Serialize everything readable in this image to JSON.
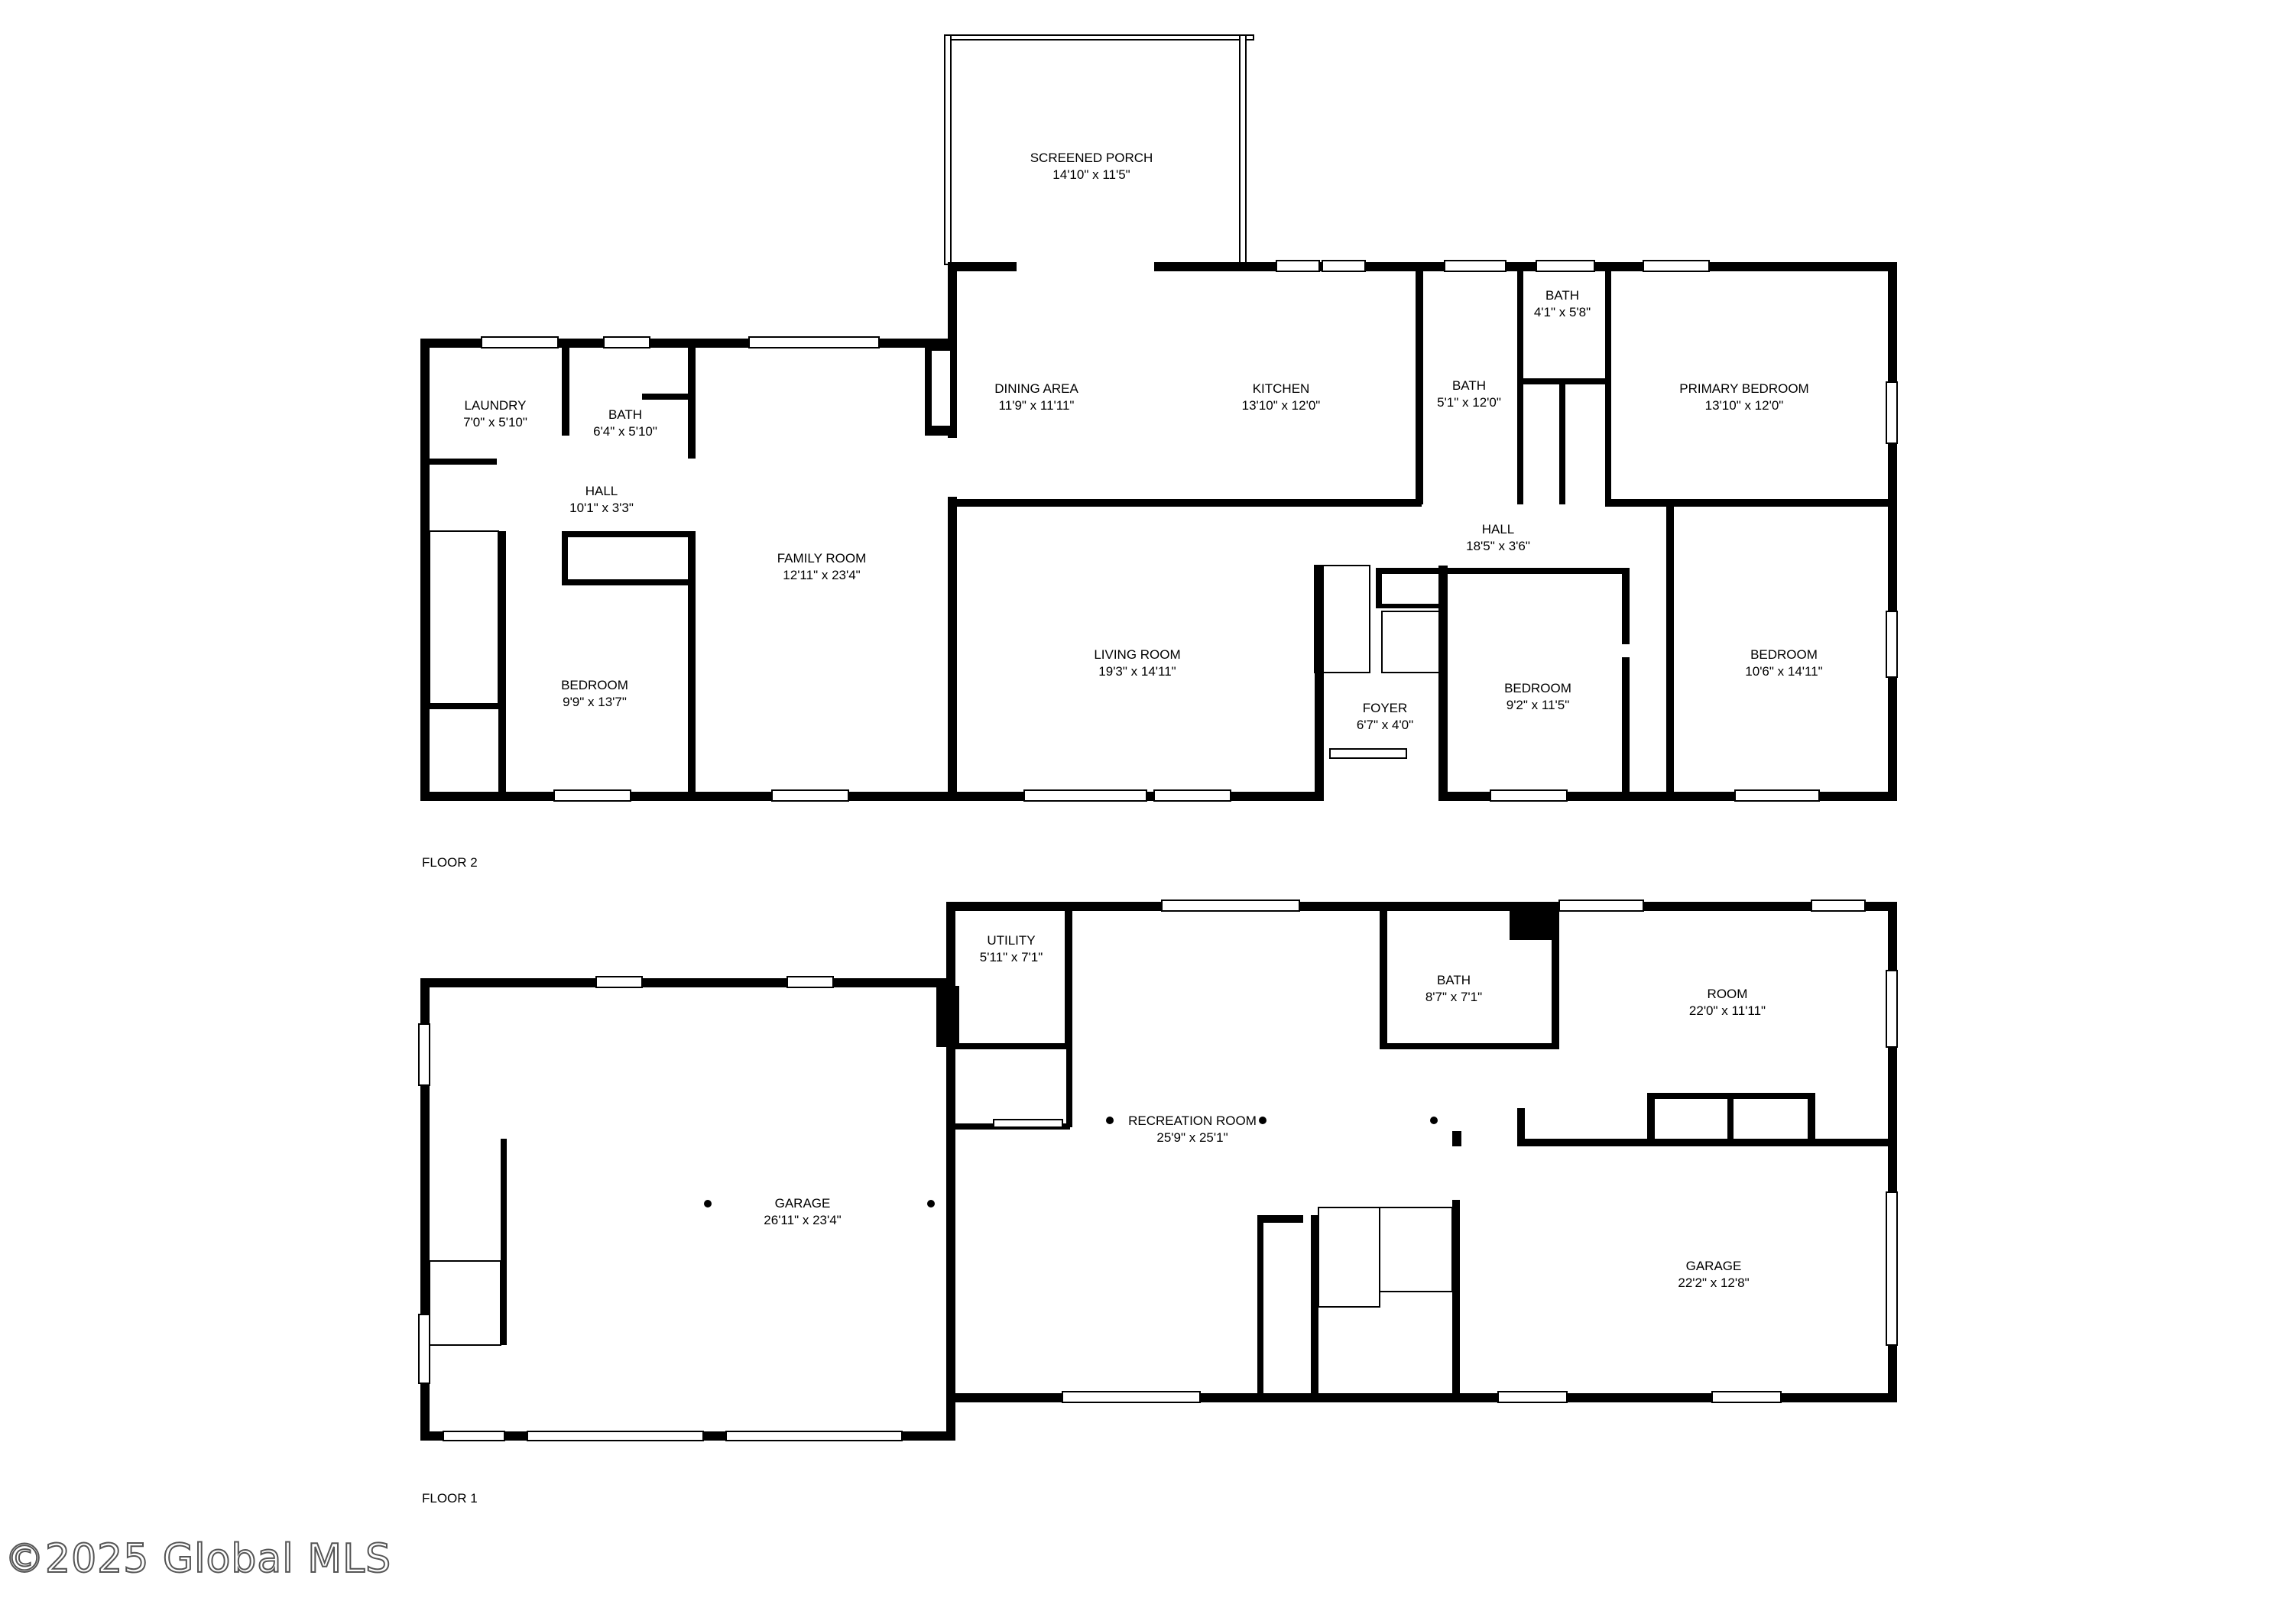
{
  "floors": [
    {
      "label": "FLOOR 2",
      "rooms": [
        {
          "name": "SCREENED PORCH",
          "size": "14'10\" x 11'5\""
        },
        {
          "name": "DINING AREA",
          "size": "11'9\" x 11'11\""
        },
        {
          "name": "KITCHEN",
          "size": "13'10\" x 12'0\""
        },
        {
          "name": "BATH",
          "size": "5'1\" x 12'0\""
        },
        {
          "name": "BATH",
          "size": "4'1\" x 5'8\""
        },
        {
          "name": "PRIMARY BEDROOM",
          "size": "13'10\" x 12'0\""
        },
        {
          "name": "LAUNDRY",
          "size": "7'0\" x 5'10\""
        },
        {
          "name": "BATH",
          "size": "6'4\" x 5'10\""
        },
        {
          "name": "HALL",
          "size": "10'1\" x 3'3\""
        },
        {
          "name": "FAMILY ROOM",
          "size": "12'11\" x 23'4\""
        },
        {
          "name": "BEDROOM",
          "size": "9'9\" x 13'7\""
        },
        {
          "name": "LIVING ROOM",
          "size": "19'3\" x 14'11\""
        },
        {
          "name": "HALL",
          "size": "18'5\" x 3'6\""
        },
        {
          "name": "FOYER",
          "size": "6'7\" x 4'0\""
        },
        {
          "name": "BEDROOM",
          "size": "9'2\" x 11'5\""
        },
        {
          "name": "BEDROOM",
          "size": "10'6\" x 14'11\""
        }
      ]
    },
    {
      "label": "FLOOR 1",
      "rooms": [
        {
          "name": "UTILITY",
          "size": "5'11\" x 7'1\""
        },
        {
          "name": "BATH",
          "size": "8'7\" x 7'1\""
        },
        {
          "name": "ROOM",
          "size": "22'0\" x 11'11\""
        },
        {
          "name": "RECREATION ROOM",
          "size": "25'9\" x 25'1\""
        },
        {
          "name": "GARAGE",
          "size": "26'11\" x 23'4\""
        },
        {
          "name": "GARAGE",
          "size": "22'2\" x 12'8\""
        }
      ]
    }
  ],
  "watermark": "©2025 Global MLS"
}
